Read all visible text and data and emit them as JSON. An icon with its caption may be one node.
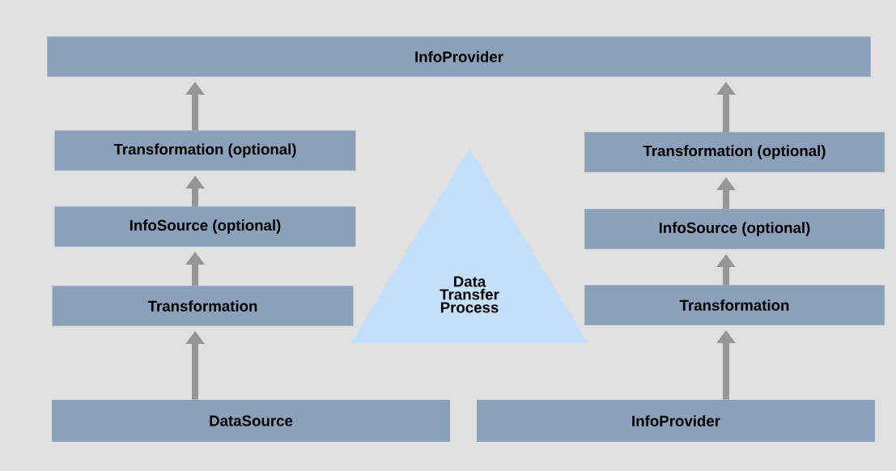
{
  "diagram": {
    "nodes": [
      {
        "text": [
          "InfoProvider"
        ]
      },
      {
        "text": [
          "Transformation (optional)"
        ]
      },
      {
        "text": [
          "InfoSource (optional)"
        ]
      },
      {
        "text": [
          "Transformation"
        ]
      },
      {
        "text": [
          "DataSource"
        ]
      },
      {
        "text": [
          "Transformation (optional)"
        ]
      },
      {
        "text": [
          "InfoSource (optional)"
        ]
      },
      {
        "text": [
          "Transformation"
        ]
      },
      {
        "text": [
          "InfoProvider"
        ]
      },
      {
        "text": [
          "Data Transfer Process"
        ]
      }
    ],
    "edges": [
      {
        "from": 4,
        "to": 3,
        "arrow": "to"
      },
      {
        "from": 3,
        "to": 2,
        "arrow": "to"
      },
      {
        "from": 2,
        "to": 1,
        "arrow": "to"
      },
      {
        "from": 1,
        "to": 0,
        "arrow": "to"
      },
      {
        "from": 8,
        "to": 7,
        "arrow": "to"
      },
      {
        "from": 7,
        "to": 6,
        "arrow": "to"
      },
      {
        "from": 6,
        "to": 5,
        "arrow": "to"
      },
      {
        "from": 5,
        "to": 0,
        "arrow": "to"
      }
    ]
  }
}
